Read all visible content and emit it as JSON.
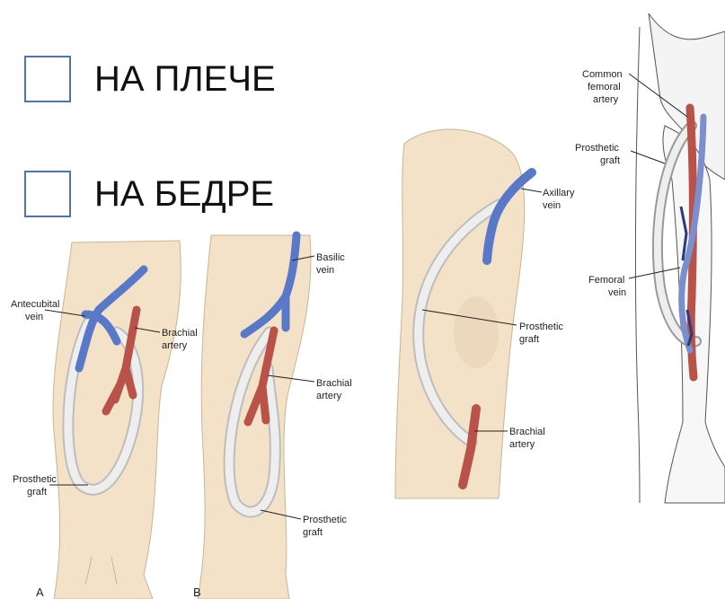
{
  "options": [
    {
      "label": "НА ПЛЕЧЕ"
    },
    {
      "label": "НА БЕДРЕ"
    }
  ],
  "figures": {
    "forearm_loop": {
      "panel": "A",
      "labels": {
        "antecubital_l1": "Antecubital",
        "antecubital_l2": "vein",
        "brachial_l1": "Brachial",
        "brachial_l2": "artery",
        "graft_l1": "Prosthetic",
        "graft_l2": "graft"
      }
    },
    "arm_loop": {
      "panel": "B",
      "labels": {
        "basilic_l1": "Basilic",
        "basilic_l2": "vein",
        "brachial_l1": "Brachial",
        "brachial_l2": "artery",
        "graft_l1": "Prosthetic",
        "graft_l2": "graft"
      }
    },
    "upper_arm": {
      "labels": {
        "axillary_l1": "Axillary",
        "axillary_l2": "vein",
        "graft_l1": "Prosthetic",
        "graft_l2": "graft",
        "brachial_l1": "Brachial",
        "brachial_l2": "artery"
      }
    },
    "thigh": {
      "labels": {
        "cfa_l1": "Common",
        "cfa_l2": "femoral",
        "cfa_l3": "artery",
        "graft_l1": "Prosthetic",
        "graft_l2": "graft",
        "femvein_l1": "Femoral",
        "femvein_l2": "vein"
      }
    }
  },
  "colors": {
    "skin": "#f3e2c8",
    "vein": "#5a78c8",
    "artery": "#b9534a",
    "graft": "#e6e6e6",
    "checkbox_border": "#4a76b8"
  }
}
